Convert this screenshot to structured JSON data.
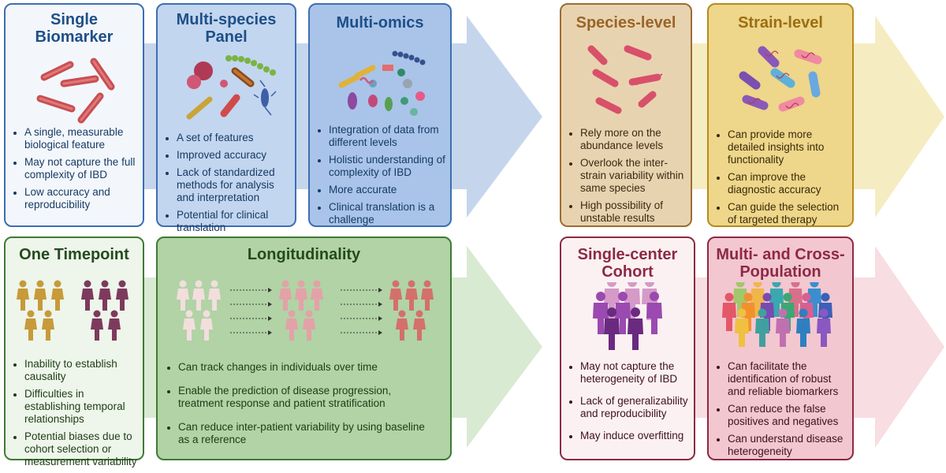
{
  "top_left": {
    "single_biomarker": {
      "title": "Single Biomarker",
      "points": [
        "A single, measurable biological feature",
        "May not capture the full complexity of IBD",
        "Low accuracy and reproducibility"
      ]
    },
    "multi_species_panel": {
      "title": "Multi-species Panel",
      "points": [
        "A set of features",
        "Improved accuracy",
        "Lack of standardized methods for analysis and interpretation",
        "Potential for clinical translation"
      ]
    },
    "multi_omics": {
      "title": "Multi-omics",
      "points": [
        "Integration of data from different levels",
        "Holistic understanding of complexity of IBD",
        "More accurate",
        "Clinical translation is a challenge"
      ]
    }
  },
  "top_right": {
    "species_level": {
      "title": "Species-level",
      "points": [
        "Rely more on the abundance levels",
        "Overlook the inter-strain variability within  same species",
        "High possibility of unstable results"
      ]
    },
    "strain_level": {
      "title": "Strain-level",
      "points": [
        "Can provide more detailed insights into functionality",
        "Can improve the diagnostic accuracy",
        "Can guide the selection of targeted therapy"
      ]
    }
  },
  "bottom_left": {
    "one_timepoint": {
      "title": "One Timepoint",
      "points": [
        "Inability to establish causality",
        "Difficulties in establishing temporal relationships",
        "Potential biases due to cohort selection or measurement variability"
      ]
    },
    "longitudinality": {
      "title": "Longitudinality",
      "points": [
        "Can track changes in individuals over time",
        "Enable the prediction of disease progression, treatment response and patient stratification",
        "Can reduce inter-patient variability by using baseline as a reference"
      ]
    }
  },
  "bottom_right": {
    "single_center": {
      "title": "Single-center Cohort",
      "points": [
        "May not capture the heterogeneity of IBD",
        "Lack of generalizability and reproducibility",
        "May induce overfitting"
      ]
    },
    "multi_population": {
      "title": "Multi- and Cross-Population",
      "points": [
        "Can facilitate the identification of robust and reliable biomarkers",
        "Can reduce the false positives and negatives",
        "Can understand disease heterogeneity"
      ]
    }
  },
  "colors": {
    "blue_arrow": "#c5d6ec",
    "yellow_arrow": "#f6ecc2",
    "green_arrow": "#d9ead2",
    "pink_arrow": "#f8dde2"
  },
  "icons": {
    "single_biomarker": "rod-bacteria-icon",
    "multi_species_panel": "mixed-microbes-icon",
    "multi_omics": "omics-molecules-icon",
    "species_level": "spiky-bacteria-icon",
    "strain_level": "bacteria-with-dna-icon",
    "one_timepoint": "population-groups-icon",
    "longitudinality": "population-over-time-icon",
    "single_center": "single-crowd-icon",
    "multi_population": "diverse-crowd-icon"
  }
}
